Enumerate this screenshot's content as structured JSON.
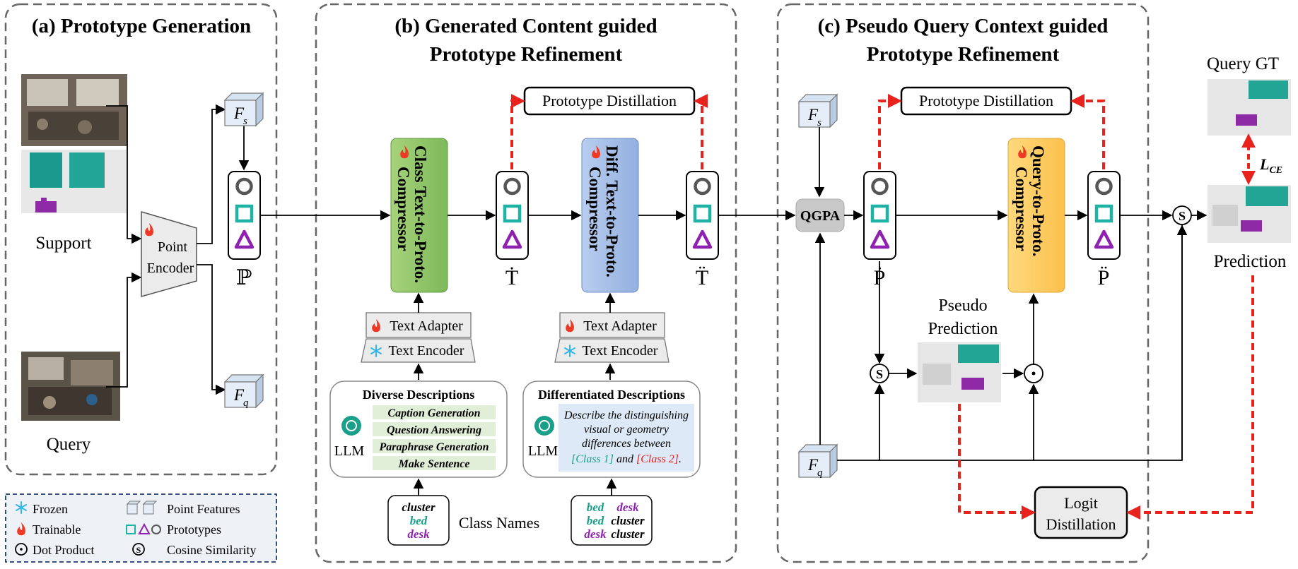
{
  "colors": {
    "green": "#1aa08a",
    "red": "#e8221d",
    "purple": "#8f21b0",
    "teal": "#1fb3a6",
    "gray_symbol": "#555555",
    "fire": "#ee3a24",
    "snow": "#33b6e8"
  },
  "panels": {
    "a_title": "(a) Prototype Generation",
    "b_title_line1": "(b) Generated Content guided",
    "b_title_line2": "Prototype Refinement",
    "c_title_line1": "(c) Pseudo Query Context guided",
    "c_title_line2": "Prototype Refinement"
  },
  "labels": {
    "support": "Support",
    "query": "Query",
    "encoder_line1": "Point",
    "encoder_line2": "Encoder",
    "fs_main": "F",
    "fs_sub": "s",
    "fq_main": "F",
    "fq_sub": "q",
    "proto_P": "ℙ",
    "proto_T1": "Ṫ",
    "proto_T2": "T̈",
    "proto_P1": "Ṗ",
    "proto_P2": "P̈",
    "distill": "Prototype Distillation",
    "class_comp_line1": "Class Text-to-Proto.",
    "class_comp_line2": "Compressor",
    "diff_comp_line1": "Diff. Text-to-Proto.",
    "diff_comp_line2": "Compressor",
    "q2p_line1": "Query-to-Proto.",
    "q2p_line2": "Compressor",
    "text_adapter": "Text Adapter",
    "text_encoder": "Text Encoder",
    "diverse_title": "Diverse Descriptions",
    "diverse_tasks": [
      "Caption Generation",
      "Question Answering",
      "Paraphrase Generation",
      "Make Sentence"
    ],
    "llm": "LLM",
    "diff_title": "Differentiated Descriptions",
    "diff_prompt_1": "Describe the distinguishing",
    "diff_prompt_2": "visual or geometry",
    "diff_prompt_3": "differences between",
    "class1": "[Class 1]",
    "and_word": "and",
    "class2": "[Class 2]",
    "period": ".",
    "class_names": "Class Names",
    "names_single": [
      "cluster",
      "bed",
      "desk"
    ],
    "names_pairs_left": [
      "bed",
      "bed",
      "desk"
    ],
    "names_pairs_right": [
      "desk",
      "cluster",
      "cluster"
    ],
    "qgpa": "QGPA",
    "pseudo_line1": "Pseudo",
    "pseudo_line2": "Prediction",
    "query_gt": "Query GT",
    "loss_main": "L",
    "loss_sub": "CE",
    "prediction": "Prediction",
    "logit_line1": "Logit",
    "logit_line2": "Distillation",
    "sim_symbol": "S",
    "dot_symbol": "·"
  },
  "legend": {
    "frozen": "Frozen",
    "trainable": "Trainable",
    "dot_product": "Dot Product",
    "point_features": "Point Features",
    "prototypes": "Prototypes",
    "cosine_similarity": "Cosine Similarity"
  }
}
